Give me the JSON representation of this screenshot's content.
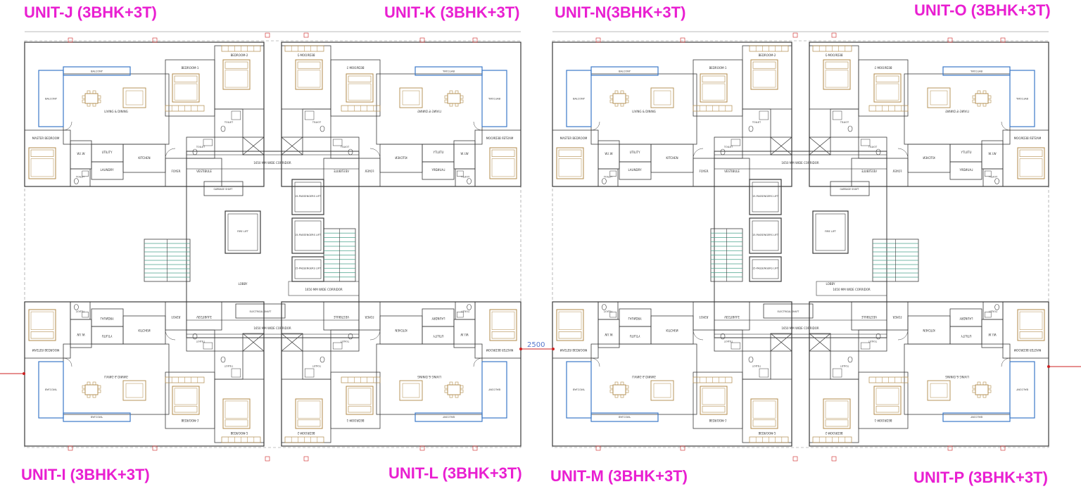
{
  "colors": {
    "label": "#e91fd1",
    "wall": "#3a3a3a",
    "furniture": "#b08a4a",
    "stair_fill": "#4aa38d",
    "glazing": "#3b79c9",
    "annotation": "#cc2222",
    "dimension_blue": "#5577cc"
  },
  "units": {
    "j": "UNIT-J (3BHK+3T)",
    "k": "UNIT-K (3BHK+3T)",
    "n": "UNIT-N(3BHK+3T)",
    "o": "UNIT-O (3BHK+3T)",
    "i": "UNIT-I (3BHK+3T)",
    "l": "UNIT-L (3BHK+3T)",
    "m": "UNIT-M (3BHK+3T)",
    "p": "UNIT-P (3BHK+3T)"
  },
  "center_dimension": "2500",
  "rooms": {
    "living_dining": "LIVING & DINING",
    "master_bedroom": "MASTER BEDROOM",
    "bedroom_1": "BEDROOM-1",
    "bedroom_2": "BEDROOM-2",
    "kitchen": "KITCHEN",
    "utility": "UTILITY",
    "toilet": "TOILET",
    "balcony": "BALCONY",
    "foyer": "FOYER",
    "laundry": "LAUNDRY",
    "wiw": "W.I.W",
    "dry_balcony": "DRY BALCONY",
    "vestibule": "VESTIBULE",
    "shaft": "SHAFT",
    "lobby": "LOBBY",
    "fire_lift": "FIRE LIFT",
    "passenger_lift": "15-PASSENGERS LIFT",
    "corridor": "1650 MM WIDE CORRIDOR",
    "garbage_shaft": "GARBAGE SHAFT",
    "electrical_shaft": "ELECTRICAL SHAFT"
  }
}
